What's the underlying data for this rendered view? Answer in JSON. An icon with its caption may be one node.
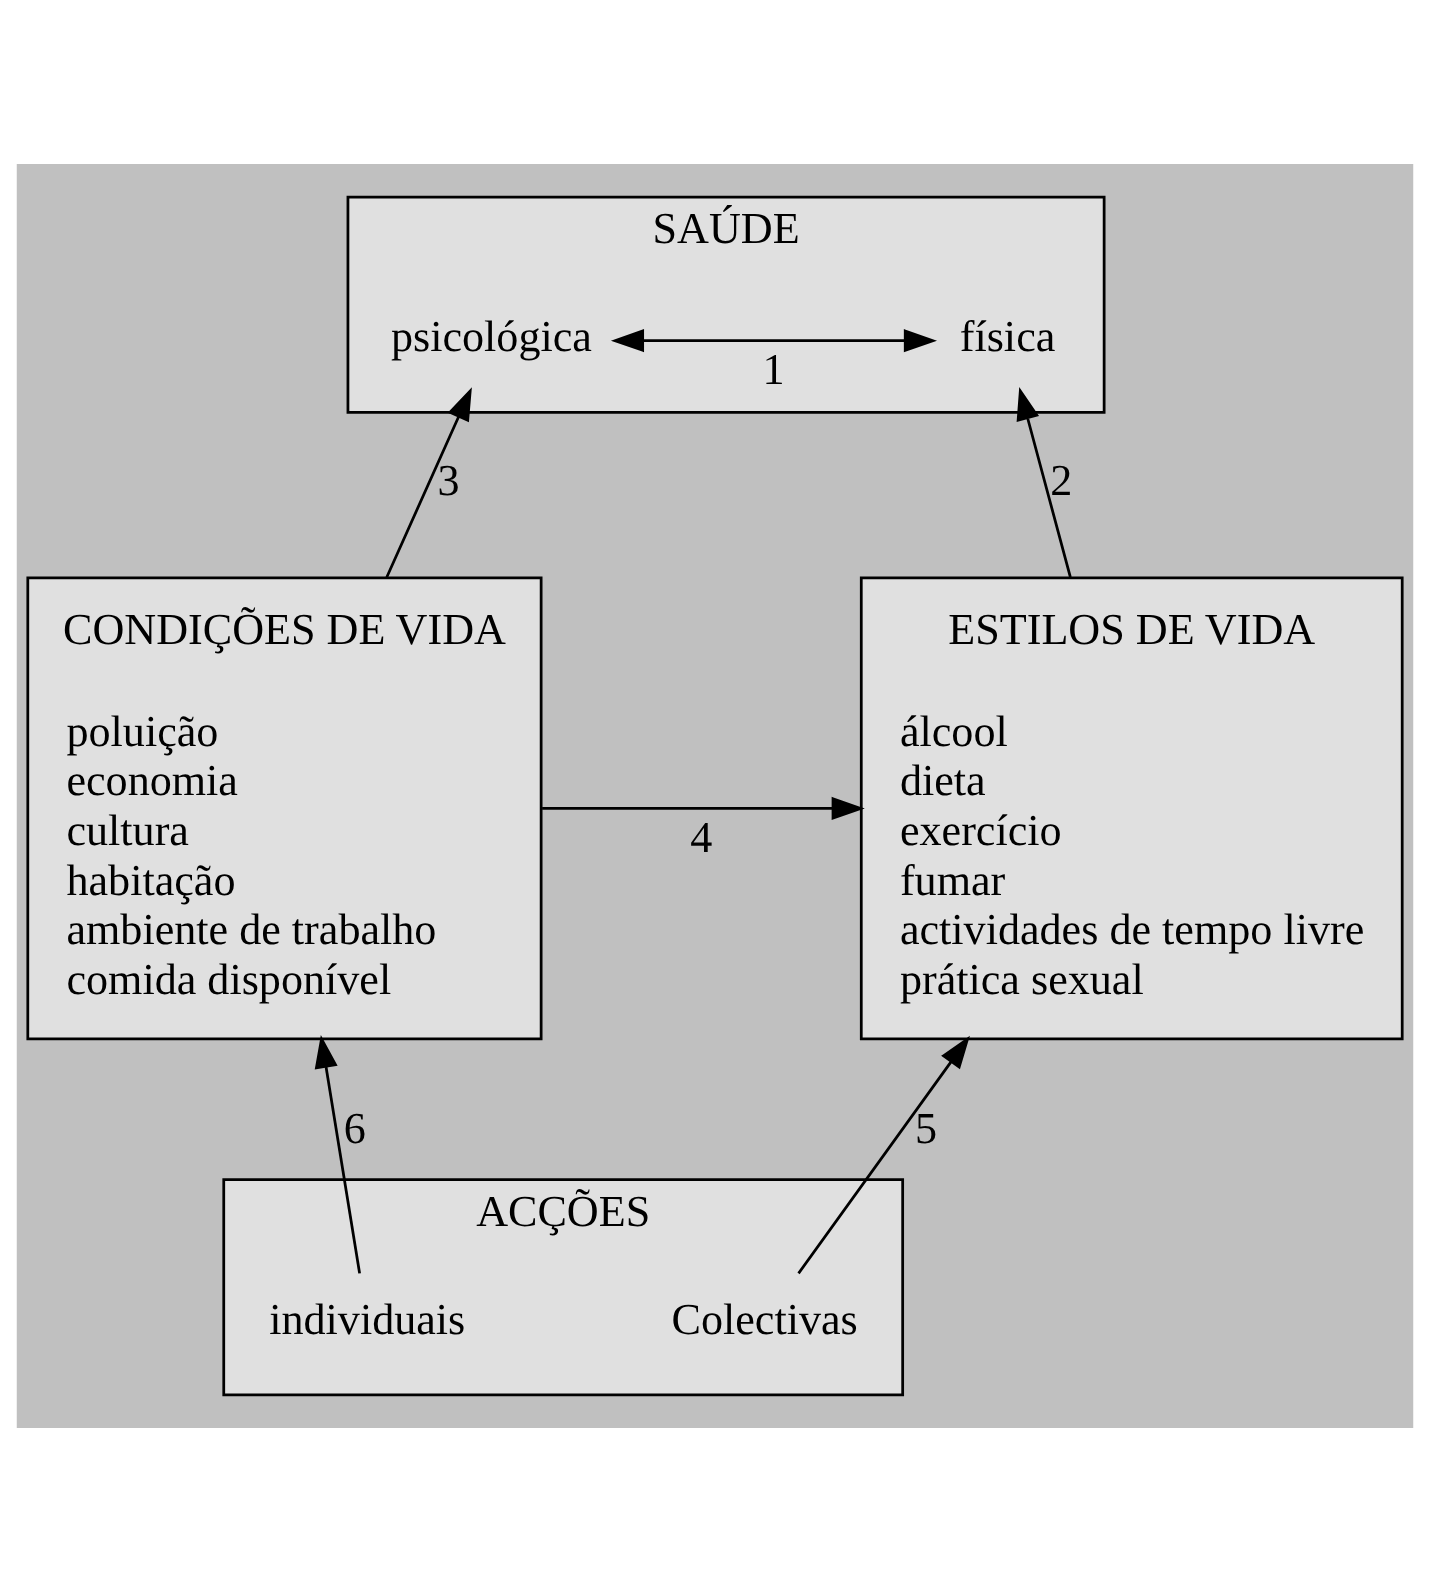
{
  "diagram": {
    "nodes": [
      {
        "text": [
          "SAÚDE"
        ]
      },
      {
        "text": [
          "física"
        ],
        "in": 0
      },
      {
        "text": [
          "psicológica"
        ],
        "in": 0
      },
      {
        "text": [
          "ESTILOS DE VIDA",
          "álcool",
          "dieta",
          "exercício",
          "fumar",
          "actividades de tempo livre",
          "prática sexual"
        ]
      },
      {
        "text": [
          "CONDIÇÕES DE VIDA",
          "poluição",
          "economia",
          "cultura",
          "habitação",
          "ambiente de trabalho",
          "comida disponível"
        ]
      },
      {
        "text": [
          "ACÇÕES"
        ]
      },
      {
        "text": [
          "Colectivas"
        ],
        "in": 5
      },
      {
        "text": [
          "individuais"
        ],
        "in": 5
      }
    ],
    "edges": [
      {
        "from": 1,
        "to": 2,
        "arrow": "both",
        "label": "1"
      },
      {
        "from": 3,
        "to": 1,
        "arrow": "to",
        "label": "2"
      },
      {
        "from": 4,
        "to": 2,
        "arrow": "to",
        "label": "3"
      },
      {
        "from": 4,
        "to": 3,
        "arrow": "to",
        "label": "4"
      },
      {
        "from": 6,
        "to": 3,
        "arrow": "to",
        "label": "5"
      },
      {
        "from": 7,
        "to": 4,
        "arrow": "to",
        "label": "6"
      }
    ]
  }
}
